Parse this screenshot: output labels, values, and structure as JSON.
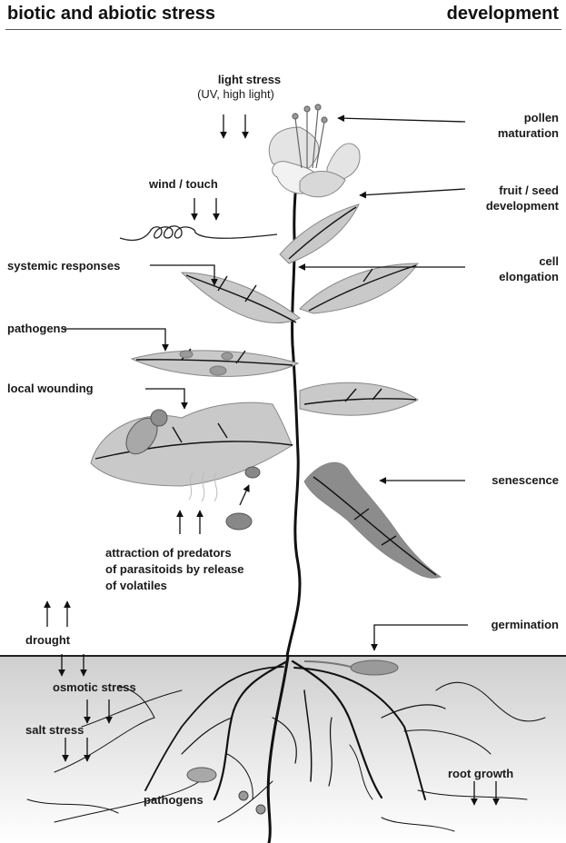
{
  "header": {
    "left_title": "biotic and abiotic stress",
    "right_title": "development"
  },
  "labels": {
    "light_stress": "light stress",
    "light_stress_sub": "(UV, high light)",
    "wind_touch": "wind / touch",
    "systemic_responses": "systemic responses",
    "pathogens_leaf": "pathogens",
    "local_wounding": "local wounding",
    "attraction_line1": "attraction of predators",
    "attraction_line2": "of parasitoids by release",
    "attraction_line3": "of volatiles",
    "drought": "drought",
    "osmotic_stress": "osmotic stress",
    "salt_stress": "salt stress",
    "pathogens_root": "pathogens",
    "pollen_line1": "pollen",
    "pollen_line2": "maturation",
    "fruit_line1": "fruit / seed",
    "fruit_line2": "development",
    "cell_line1": "cell",
    "cell_line2": "elongation",
    "senescence": "senescence",
    "germination": "germination",
    "root_growth": "root growth"
  },
  "colors": {
    "leaf_fill": "#c9c9c9",
    "senescent_fill": "#8c8c8c",
    "lesion_fill": "#9a9a9a",
    "soil_top": "#cfcfcf",
    "soil_bottom": "#ffffff",
    "stem": "#111111"
  }
}
